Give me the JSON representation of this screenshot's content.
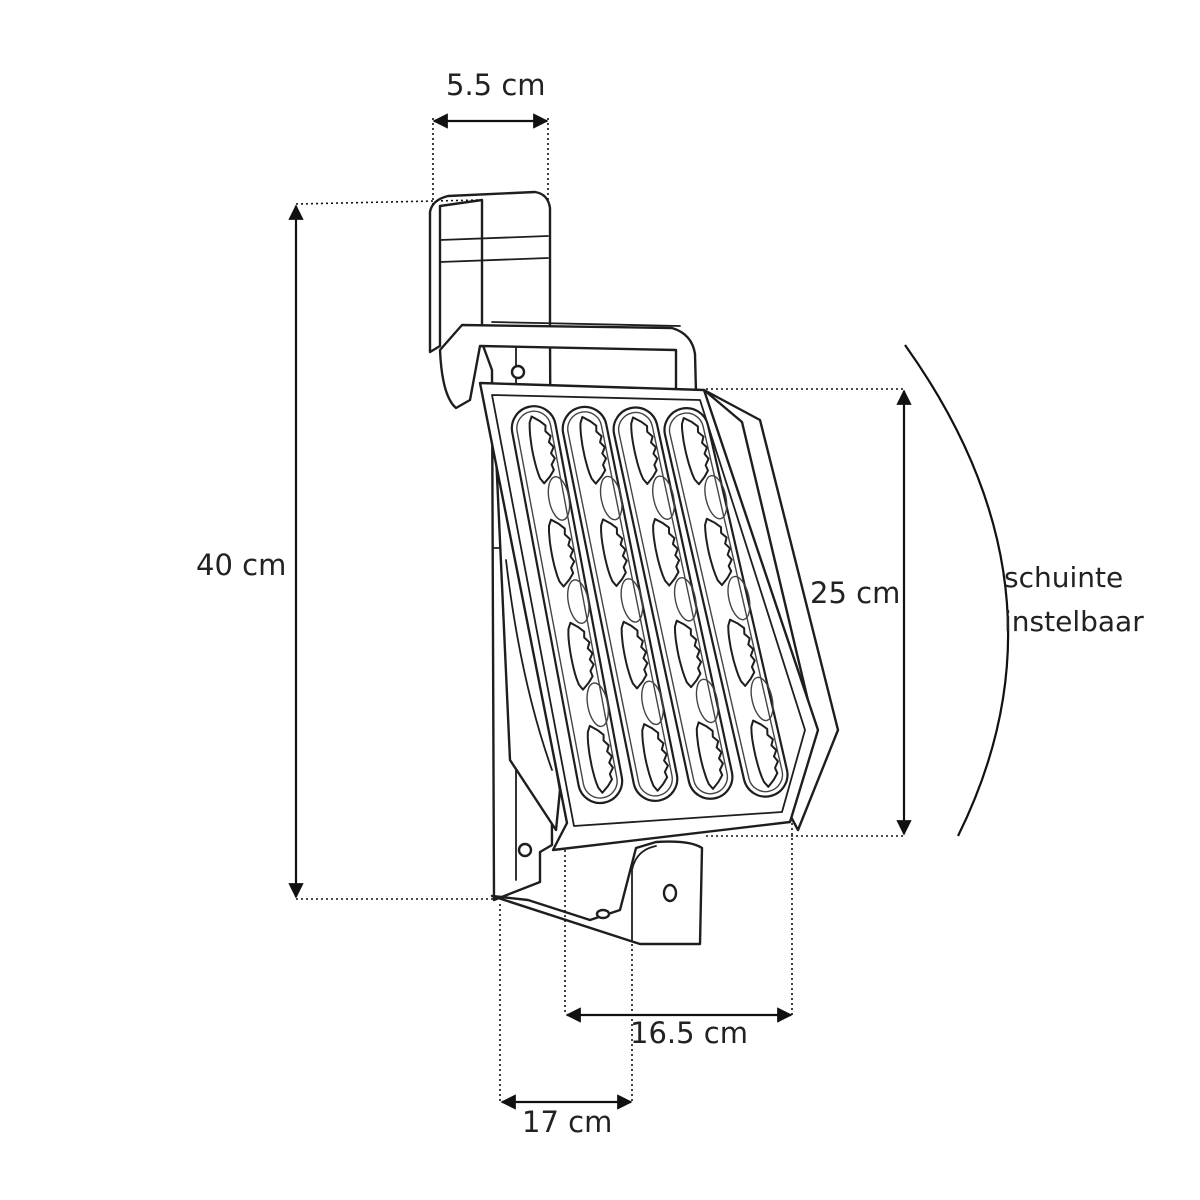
{
  "diagram": {
    "labels": {
      "top_width": "5.5 cm",
      "total_height": "40 cm",
      "step_height": "25 cm",
      "step_width": "16.5 cm",
      "base_depth": "17 cm",
      "angle_note_line1": "schuinte",
      "angle_note_line2": "instelbaar"
    },
    "step_grid": {
      "columns": 4,
      "rows": 4
    },
    "colors": {
      "line": "#1e1e1e",
      "background": "#ffffff"
    }
  }
}
